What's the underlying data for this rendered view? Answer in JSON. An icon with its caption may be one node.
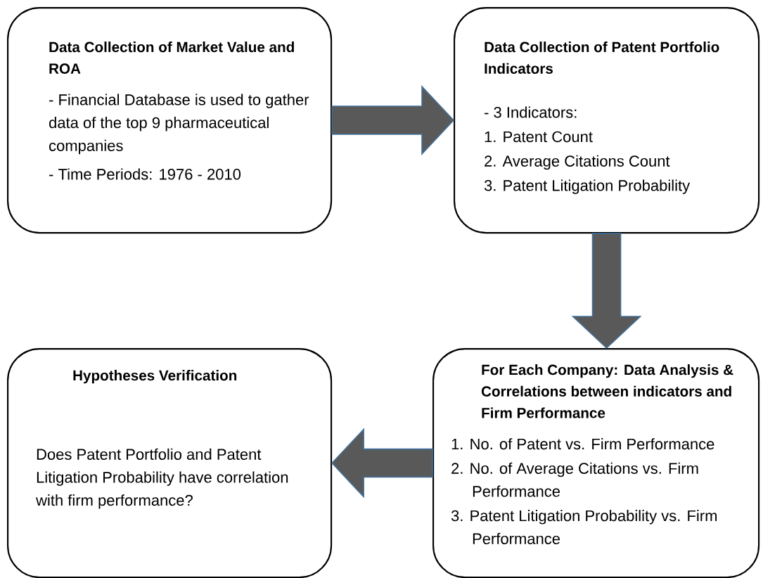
{
  "diagram": {
    "nodes": [
      {
        "text": [
          "Data Collection of Market Value and ROA",
          "- Financial Database is used to gather data of the top 9 pharmaceutical companies",
          "- Time Periods: 1976 - 2010"
        ]
      },
      {
        "text": [
          "Data Collection of Patent Portfolio Indicators",
          "- 3 Indicators:",
          "1. Patent Count",
          "2. Average Citations Count",
          "3. Patent Litigation Probability"
        ]
      },
      {
        "text": [
          "Hypotheses Verification",
          "Does Patent Portfolio and Patent Litigation Probability have correlation with firm performance?"
        ]
      },
      {
        "text": [
          "For Each Company: Data Analysis & Correlations between indicators and Firm Performance",
          "1. No. of Patent vs. Firm Performance",
          "2. No. of Average Citations vs. Firm Performance",
          "3. Patent Litigation Probability vs. Firm Performance"
        ]
      }
    ],
    "edges": [
      {
        "from": 0,
        "to": 1,
        "arrow": "to"
      },
      {
        "from": 1,
        "to": 3,
        "arrow": "to"
      },
      {
        "from": 3,
        "to": 2,
        "arrow": "to"
      }
    ]
  }
}
